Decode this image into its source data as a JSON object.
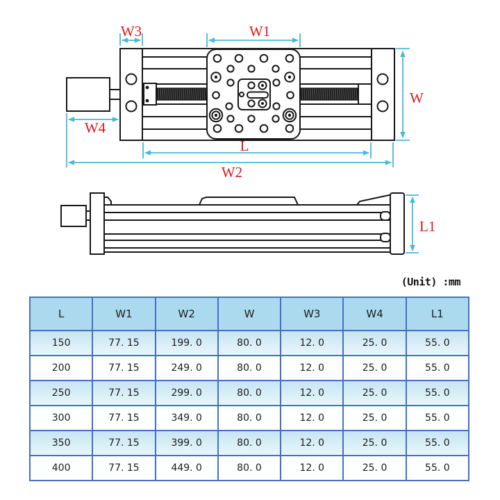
{
  "unit_note": "(Unit) :mm",
  "colors": {
    "dimension_line": "#45b9d9",
    "dimension_label": "#e0161f",
    "drawing_line": "#161616",
    "table_border": "#4470c2",
    "table_header_bg": "#abdaef",
    "table_alt_row_bg": "#c6e5f3"
  },
  "diagram": {
    "top_view": {
      "labels": {
        "w3": "W3",
        "w1": "W1",
        "w": "W",
        "w4": "W4",
        "l": "L",
        "w2": "W2"
      }
    },
    "side_view": {
      "labels": {
        "l1": "L1"
      }
    }
  },
  "table": {
    "headers": [
      "L",
      "W1",
      "W2",
      "W",
      "W3",
      "W4",
      "L1"
    ],
    "rows": [
      [
        "150",
        "77. 15",
        "199. 0",
        "80. 0",
        "12. 0",
        "25. 0",
        "55. 0"
      ],
      [
        "200",
        "77. 15",
        "249. 0",
        "80. 0",
        "12. 0",
        "25. 0",
        "55. 0"
      ],
      [
        "250",
        "77. 15",
        "299. 0",
        "80. 0",
        "12. 0",
        "25. 0",
        "55. 0"
      ],
      [
        "300",
        "77. 15",
        "349. 0",
        "80. 0",
        "12. 0",
        "25. 0",
        "55. 0"
      ],
      [
        "350",
        "77. 15",
        "399. 0",
        "80. 0",
        "12. 0",
        "25. 0",
        "55. 0"
      ],
      [
        "400",
        "77. 15",
        "449. 0",
        "80. 0",
        "12. 0",
        "25. 0",
        "55. 0"
      ]
    ]
  }
}
